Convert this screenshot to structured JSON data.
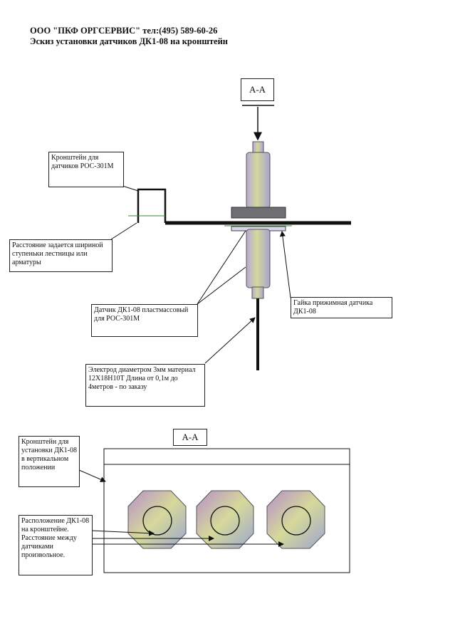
{
  "header": {
    "company": "ООО \"ПКФ ОРГСЕРВИС\"  тел:(495) 589-60-26",
    "subtitle": "Эскиз установки датчиков ДК1-08 на кронштейн"
  },
  "section_mark_top": "А-А",
  "section_mark_bottom": "А-А",
  "labels": {
    "bracket": "Кронштейн для датчиков РОС-301М",
    "distance": "Расстояние задается шириной ступеньки лестницы или арматуры",
    "sensor": "Датчик ДК1-08 пластмассовый для РОС-301М",
    "nut": "Гайка прижимная датчика ДК1-08",
    "electrode": "Электрод диаметром 3мм материал 12Х18Н10Т Длина от 0,1м до 4метров - по заказу",
    "bracket_vertical": "Кронштейн для установки ДК1-08 в вертикальном положении",
    "placement": "Расположение ДК1-08 на кронштейне. Расстояние между датчиками произвольное."
  }
}
